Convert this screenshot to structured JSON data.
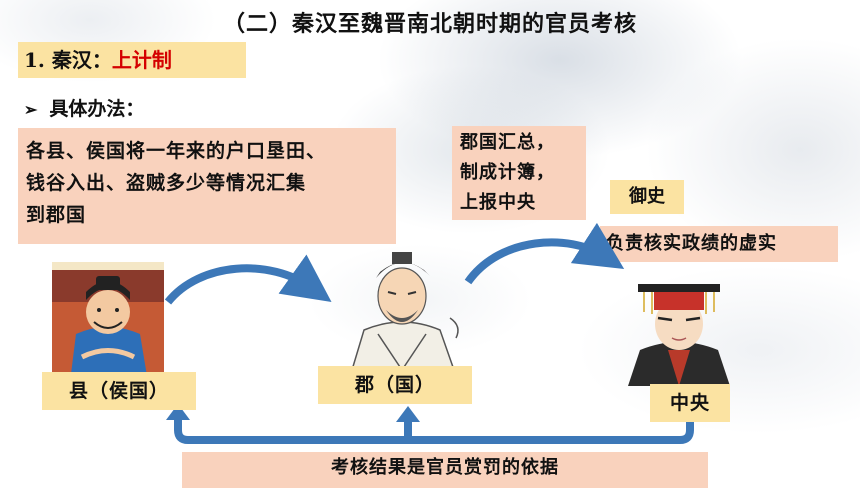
{
  "title": "（二）秦汉至魏晋南北朝时期的官员考核",
  "section": {
    "prefix": "1. 秦汉：",
    "highlight": "上计制"
  },
  "method": {
    "bullet": "➢",
    "label": "具体办法："
  },
  "county_report": {
    "lines": [
      "各县、侯国将一年来的户口垦田、",
      "钱谷入出、盗贼多少等情况汇集",
      "到郡国"
    ]
  },
  "commandery_report": {
    "lines": [
      "郡国汇总，",
      "制成计簿，",
      "上报中央"
    ]
  },
  "censor": {
    "title": "御史",
    "duty": "负责核实政绩的虚实"
  },
  "labels": {
    "county": "县（侯国）",
    "commandery": "郡（国）",
    "center": "中央"
  },
  "result": "考核结果是官员赏罚的依据",
  "colors": {
    "yellow_box": "#fbe3a2",
    "peach_box": "#f9d2bd",
    "highlight_red": "#d40000",
    "arrow_blue": "#3d78b8"
  },
  "illustrations": {
    "county": "county-official-illustration",
    "commandery": "commandery-official-illustration",
    "center": "emperor-illustration"
  }
}
